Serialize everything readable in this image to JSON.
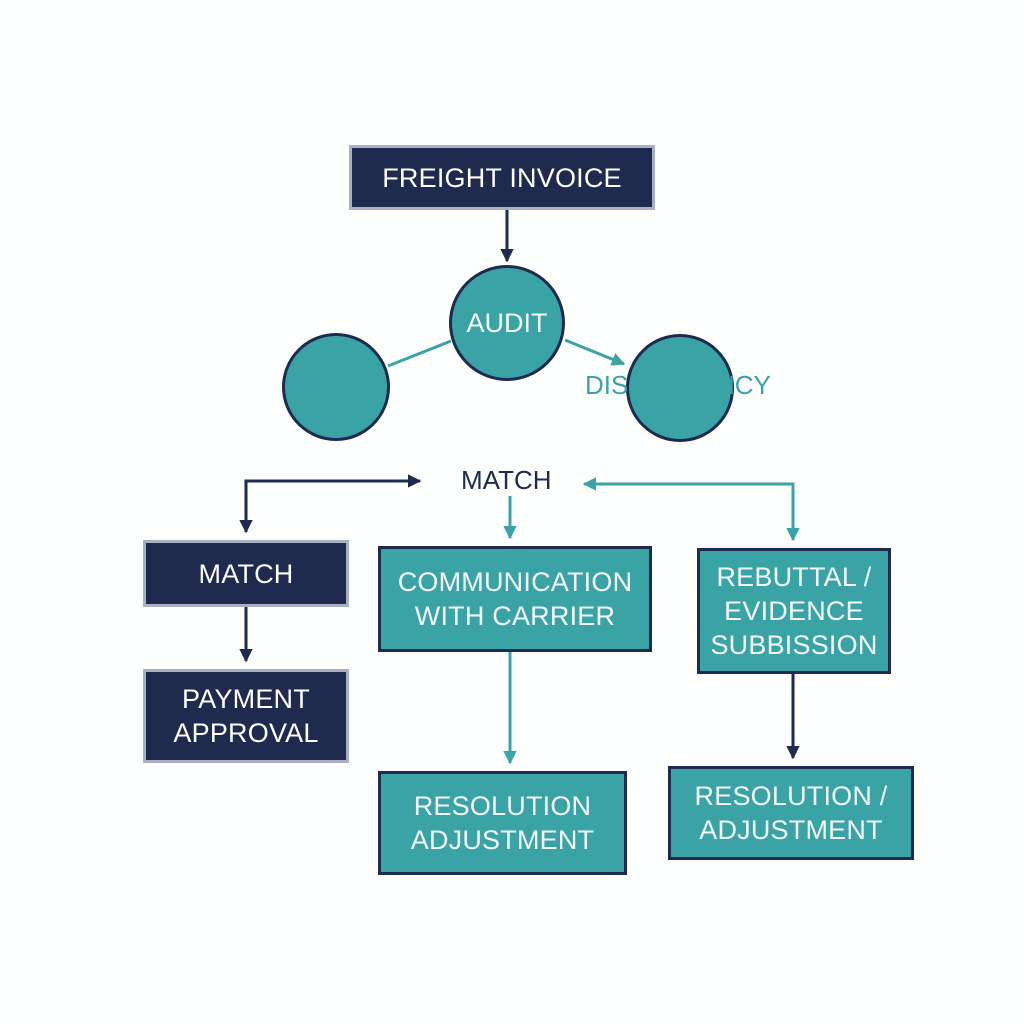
{
  "colors": {
    "navy": "#1e2a4e",
    "teal": "#3aa3a6",
    "background": "#fdfefe"
  },
  "nodes": {
    "freight_invoice": "FREIGHT INVOICE",
    "audit": "AUDIT",
    "discrepancy": "DISCREPANCY",
    "match_center": "MATCH",
    "match_left": "MATCH",
    "payment_approval": "PAYMENT\nAPPROVAL",
    "communication": "COMMUNICATION\nWITH CARRIER",
    "resolution_left": "RESOLUTION\nADJUSTMENT",
    "rebuttal": "REBUTTAL /\nEVIDENCE\nSUBBISSION",
    "resolution_right": "RESOLUTION /\nADJUSTMENT"
  }
}
